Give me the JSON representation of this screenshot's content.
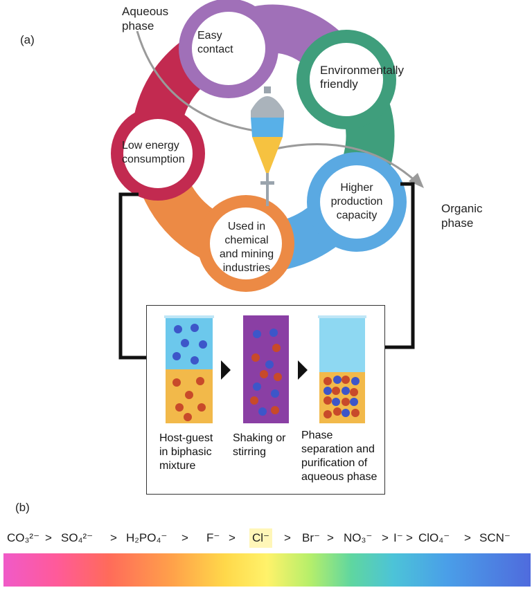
{
  "panel_a_label": "(a)",
  "panel_b_label": "(b)",
  "aqueous_phase": "Aqueous\nphase",
  "organic_phase": "Organic\nphase",
  "petals": {
    "easy_contact": "Easy\ncontact",
    "environmentally_friendly": "Environmentally\nfriendly",
    "low_energy": "Low energy\nconsumption",
    "higher_production": "Higher\nproduction\ncapacity",
    "chemical_mining": "Used in\nchemical\nand mining\nindustries"
  },
  "petal_colors": {
    "purple": "#a070b8",
    "green": "#3f9e7c",
    "crimson": "#c22a50",
    "orange": "#ec8a45",
    "blue": "#5aa9e2"
  },
  "steps": {
    "host_guest": "Host-guest\nin biphasic\nmixture",
    "shaking": "Shaking or\nstirring",
    "phase_separation": "Phase\nseparation and\npurification of\naqueous phase"
  },
  "ion_series": [
    "CO₃²⁻",
    "SO₄²⁻",
    "H₂PO₄⁻",
    "F⁻",
    "Cl⁻",
    "Br⁻",
    "NO₃⁻",
    "I⁻",
    "ClO₄⁻",
    "SCN⁻"
  ],
  "greater_than": ">"
}
